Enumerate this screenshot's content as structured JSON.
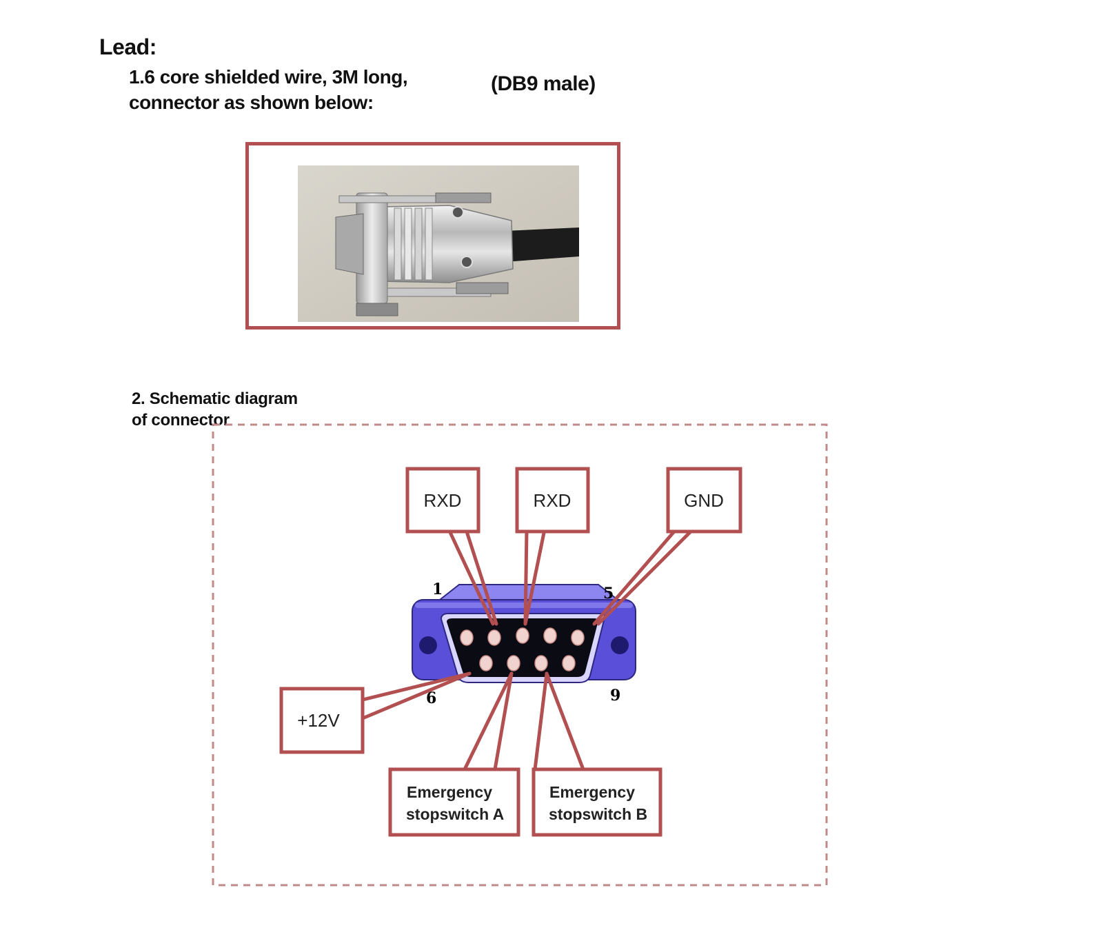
{
  "header": {
    "heading": "Lead:",
    "item1_line1": "1.6 core shielded wire, 3M long,",
    "item1_line2": "connector as shown below:",
    "connector_type": "(DB9 male)"
  },
  "section2": {
    "line1": "2. Schematic diagram",
    "line2": "of connector"
  },
  "pin_numbers": {
    "pin1": "1",
    "pin5": "5",
    "pin6": "6",
    "pin9": "9"
  },
  "labels": {
    "rxd_1": "RXD",
    "rxd_2": "RXD",
    "gnd": "GND",
    "plus12v": "+12V",
    "estop_a_line1": "Emergency",
    "estop_a_line2": "stopswitch A",
    "estop_b_line1": "Emergency",
    "estop_b_line2": "stopswitch B"
  },
  "colors": {
    "frame": "#b24f51",
    "connector_blue": "#5a4fd9",
    "dashed_border": "#c08a8a"
  },
  "icons": {
    "photo": "db9-connector-photo",
    "schematic": "db9-male-connector-icon"
  }
}
